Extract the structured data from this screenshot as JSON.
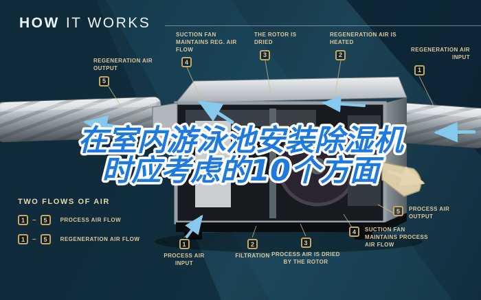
{
  "title": {
    "bold": "HOW",
    "light": "IT WORKS"
  },
  "overlay": {
    "line1": "在室内游泳池安装除湿机",
    "line2": "时应考虑的10个方面"
  },
  "callouts": {
    "reg_output": {
      "num": "5",
      "label": "REGENERATION AIR OUTPUT"
    },
    "reg_fan": {
      "num": "4",
      "label": "SUCTION FAN MAINTAINS REG. AIR FLOW"
    },
    "rotor_dried": {
      "num": "3",
      "label": "THE ROTOR IS DRIED"
    },
    "reg_heated": {
      "num": "2",
      "label": "REGENERATION AIR IS HEATED"
    },
    "reg_input": {
      "num": "1",
      "label": "REGENERATION AIR INPUT"
    },
    "proc_output": {
      "num": "5",
      "label": "PROCESS AIR OUTPUT"
    },
    "proc_fan": {
      "num": "4",
      "label": "SUCTION FAN MAINTAINS PROCESS AIR FLOW"
    },
    "proc_dried": {
      "num": "3",
      "label": "PROCESS AIR IS DRIED BY THE ROTOR"
    },
    "filtration": {
      "num": "2",
      "label": "FILTRATION"
    },
    "proc_input": {
      "num": "1",
      "label": "PROCESS AIR INPUT"
    }
  },
  "legend": {
    "heading": "TWO FLOWS OF AIR",
    "separator": "–",
    "rows": [
      {
        "from": "1",
        "to": "5",
        "label": "PROCESS AIR FLOW"
      },
      {
        "from": "1",
        "to": "5",
        "label": "REGENERATION AIR FLOW"
      }
    ]
  },
  "colors": {
    "background": "#17394b",
    "accent_tan": "#dcc79c",
    "badge_border": "#caa760",
    "overlay_blue": "#1f7ae0",
    "arrow_blue": "#86c9ec"
  }
}
